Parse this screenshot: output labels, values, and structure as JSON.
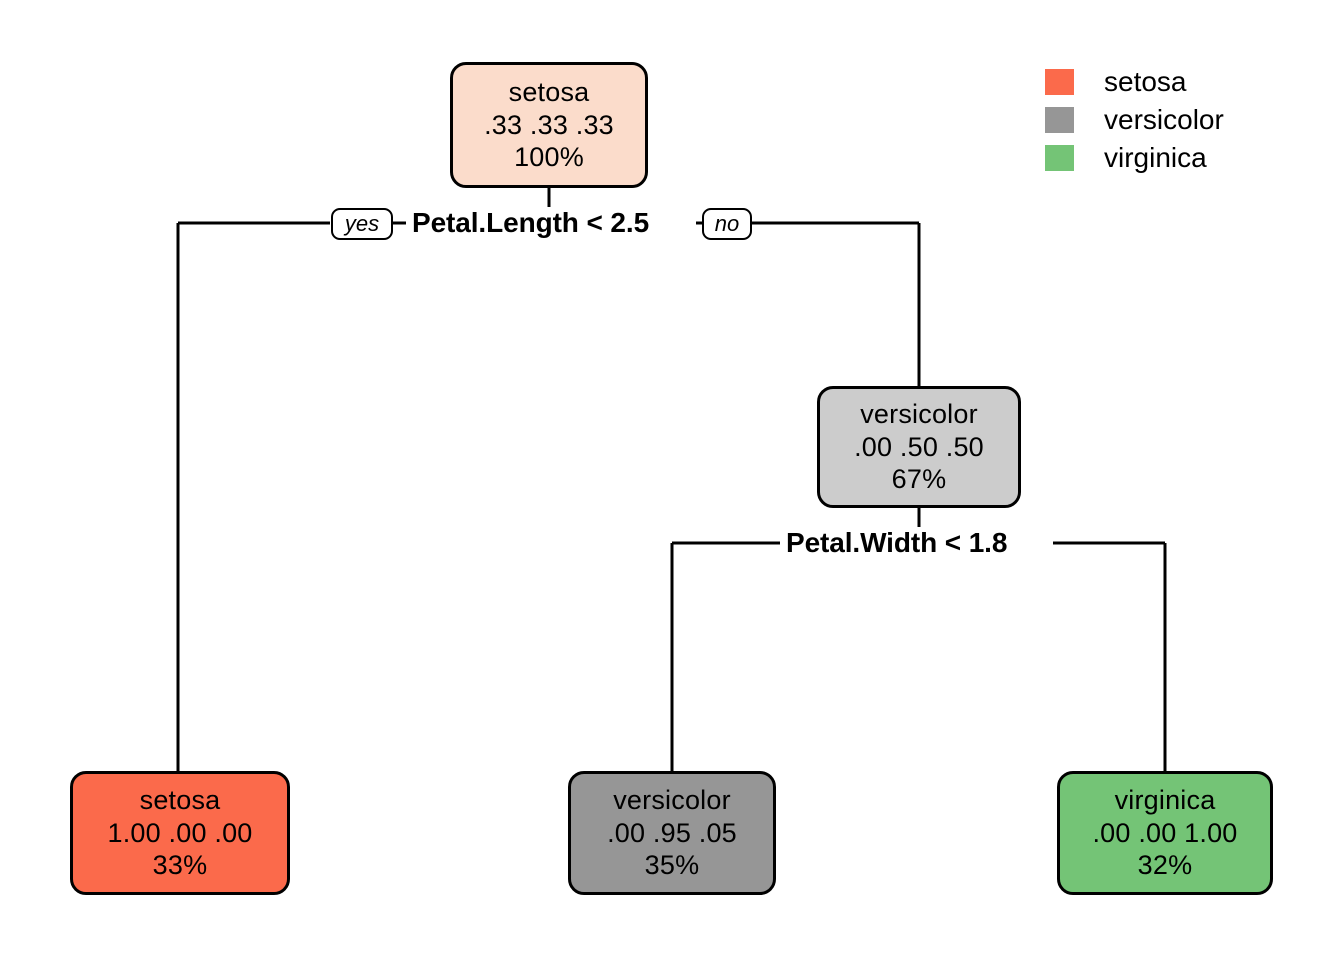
{
  "chart_data": {
    "type": "diagram",
    "subtype": "decision-tree",
    "title": "",
    "model": "rpart classification tree",
    "target": "Species",
    "class_levels": [
      "setosa",
      "versicolor",
      "virginica"
    ],
    "nodes": [
      {
        "id": "root",
        "label": "setosa",
        "probs": "0.33  0.33  0.33",
        "probs_display": ".33   .33   .33",
        "probs_values": [
          0.33,
          0.33,
          0.33
        ],
        "percent": "100%",
        "percent_value": 100,
        "fill": "#FBDCCB",
        "kind": "internal"
      },
      {
        "id": "n3",
        "label": "versicolor",
        "probs_display": ".00   .50   .50",
        "probs_values": [
          0.0,
          0.5,
          0.5
        ],
        "percent": "67%",
        "percent_value": 67,
        "fill": "#CCCCCC",
        "kind": "internal"
      },
      {
        "id": "n2",
        "label": "setosa",
        "probs_display": "1.00   .00   .00",
        "probs_values": [
          1.0,
          0.0,
          0.0
        ],
        "percent": "33%",
        "percent_value": 33,
        "fill": "#FB6A4B",
        "kind": "leaf"
      },
      {
        "id": "n6",
        "label": "versicolor",
        "probs_display": ".00   .95   .05",
        "probs_values": [
          0.0,
          0.95,
          0.05
        ],
        "percent": "35%",
        "percent_value": 35,
        "fill": "#969696",
        "kind": "leaf"
      },
      {
        "id": "n7",
        "label": "virginica",
        "probs_display": ".00   .00  1.00",
        "probs_values": [
          0.0,
          0.0,
          1.0
        ],
        "percent": "32%",
        "percent_value": 32,
        "fill": "#74C476",
        "kind": "leaf"
      }
    ],
    "splits": [
      {
        "id": "split1",
        "text": "Petal.Length < 2.5",
        "variable": "Petal.Length",
        "operator": "<",
        "threshold": 2.5,
        "yes_label": "yes",
        "no_label": "no"
      },
      {
        "id": "split2",
        "text": "Petal.Width < 1.8",
        "variable": "Petal.Width",
        "operator": "<",
        "threshold": 1.8
      }
    ],
    "legend": {
      "position": "top-right",
      "entries": [
        {
          "label": "setosa",
          "color": "#FB6A4B"
        },
        {
          "label": "versicolor",
          "color": "#969696"
        },
        {
          "label": "virginica",
          "color": "#74C476"
        }
      ]
    }
  },
  "nodes": {
    "root": {
      "label": "setosa",
      "probs": ".33   .33   .33",
      "percent": "100%"
    },
    "versicolor_internal": {
      "label": "versicolor",
      "probs": ".00   .50   .50",
      "percent": "67%"
    },
    "setosa_leaf": {
      "label": "setosa",
      "probs": "1.00   .00   .00",
      "percent": "33%"
    },
    "versicolor_leaf": {
      "label": "versicolor",
      "probs": ".00   .95   .05",
      "percent": "35%"
    },
    "virginica_leaf": {
      "label": "virginica",
      "probs": ".00   .00  1.00",
      "percent": "32%"
    }
  },
  "splits": {
    "first": {
      "text": "Petal.Length < 2.5",
      "yes": "yes",
      "no": "no"
    },
    "second": {
      "text": "Petal.Width < 1.8"
    }
  },
  "legend": {
    "entries": [
      {
        "label": "setosa",
        "color": "#FB6A4B"
      },
      {
        "label": "versicolor",
        "color": "#969696"
      },
      {
        "label": "virginica",
        "color": "#74C476"
      }
    ]
  },
  "colors": {
    "background": "#FFFFFF",
    "stroke": "#000000",
    "root_fill": "#FBDCCB",
    "internal_gray_fill": "#CCCCCC",
    "setosa": "#FB6A4B",
    "versicolor": "#969696",
    "virginica": "#74C476"
  }
}
